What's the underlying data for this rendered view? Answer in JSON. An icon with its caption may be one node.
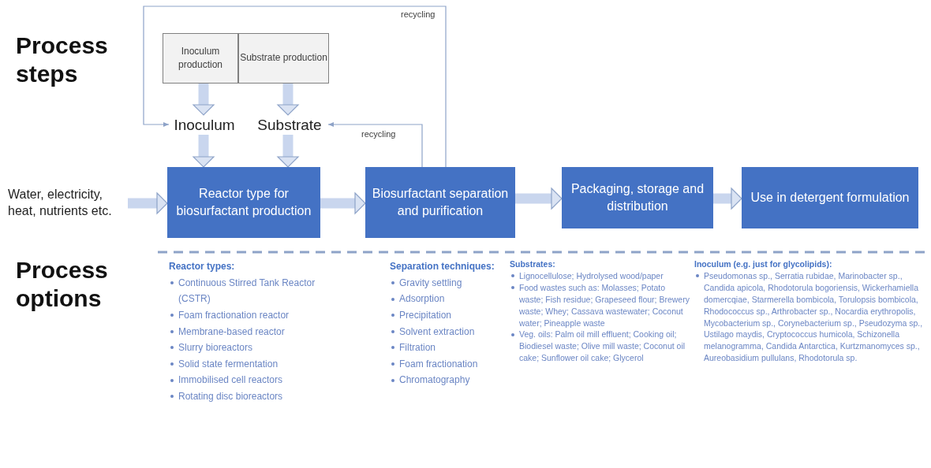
{
  "diagram": {
    "nodes": [
      {
        "text": [
          "Inoculum production"
        ]
      },
      {
        "text": [
          "Substrate production"
        ]
      },
      {
        "text": [
          "Inoculum"
        ]
      },
      {
        "text": [
          "Substrate"
        ]
      },
      {
        "text": [
          "Water, electricity, heat, nutrients etc."
        ]
      },
      {
        "text": [
          "Reactor type for biosurfactant production"
        ]
      },
      {
        "text": [
          "Biosurfactant separation and purification"
        ]
      },
      {
        "text": [
          "Packaging, storage and distribution"
        ]
      },
      {
        "text": [
          "Use in detergent formulation"
        ]
      }
    ],
    "edges": [
      {
        "from": 0,
        "to": 2,
        "arrow": "to"
      },
      {
        "from": 1,
        "to": 3,
        "arrow": "to"
      },
      {
        "from": 2,
        "to": 5,
        "arrow": "to"
      },
      {
        "from": 3,
        "to": 5,
        "arrow": "to"
      },
      {
        "from": 4,
        "to": 5,
        "arrow": "to"
      },
      {
        "from": 5,
        "to": 6,
        "arrow": "to"
      },
      {
        "from": 6,
        "to": 7,
        "arrow": "to"
      },
      {
        "from": 7,
        "to": 8,
        "arrow": "to"
      },
      {
        "from": 6,
        "to": 2,
        "arrow": "to",
        "label": "recycling",
        "color": "#8ea3c8"
      },
      {
        "from": 6,
        "to": 3,
        "arrow": "to",
        "label": "recycling",
        "color": "#8ea3c8"
      }
    ],
    "labels": [
      "Process steps",
      "Process options",
      "Reactor types:",
      "Continuous Stirred Tank Reactor (CSTR)",
      "Foam fractionation reactor",
      "Membrane-based reactor",
      "Slurry bioreactors",
      "Solid state fermentation",
      "Immobilised cell reactors",
      "Rotating disc bioreactors",
      "Separation techniques:",
      "Gravity settling",
      "Adsorption",
      "Precipitation",
      "Solvent extraction",
      "Filtration",
      "Foam fractionation",
      "Chromatography",
      "Substrates:",
      "Lignocellulose; Hydrolysed wood/paper",
      "Food wastes such as: Molasses; Potato waste; Fish residue; Grapeseed flour; Brewery waste; Whey; Cassava wastewater; Coconut water; Pineapple waste",
      "Veg. oils: Palm oil mill effluent; Cooking oil; Biodiesel waste; Olive mill waste; Coconut oil cake; Sunflower oil cake; Glycerol",
      "Inoculum (e.g. just for glycolipids):",
      "Pseudomonas sp., Serratia rubidae, Marinobacter sp., Candida apicola, Rhodotorula bogoriensis, Wickerhamiella domercqiae, Starmerella bombicola, Torulopsis bombicola, Rhodococcus sp., Arthrobacter sp., Nocardia erythropolis, Mycobacterium sp., Corynebacterium sp., Pseudozyma sp., Ustilago maydis, Cryptococcus humicola, Schizonella melanogramma, Candida Antarctica, Kurtzmanomyces sp., Aureobasidium pullulans, Rhodotorula sp."
    ]
  }
}
